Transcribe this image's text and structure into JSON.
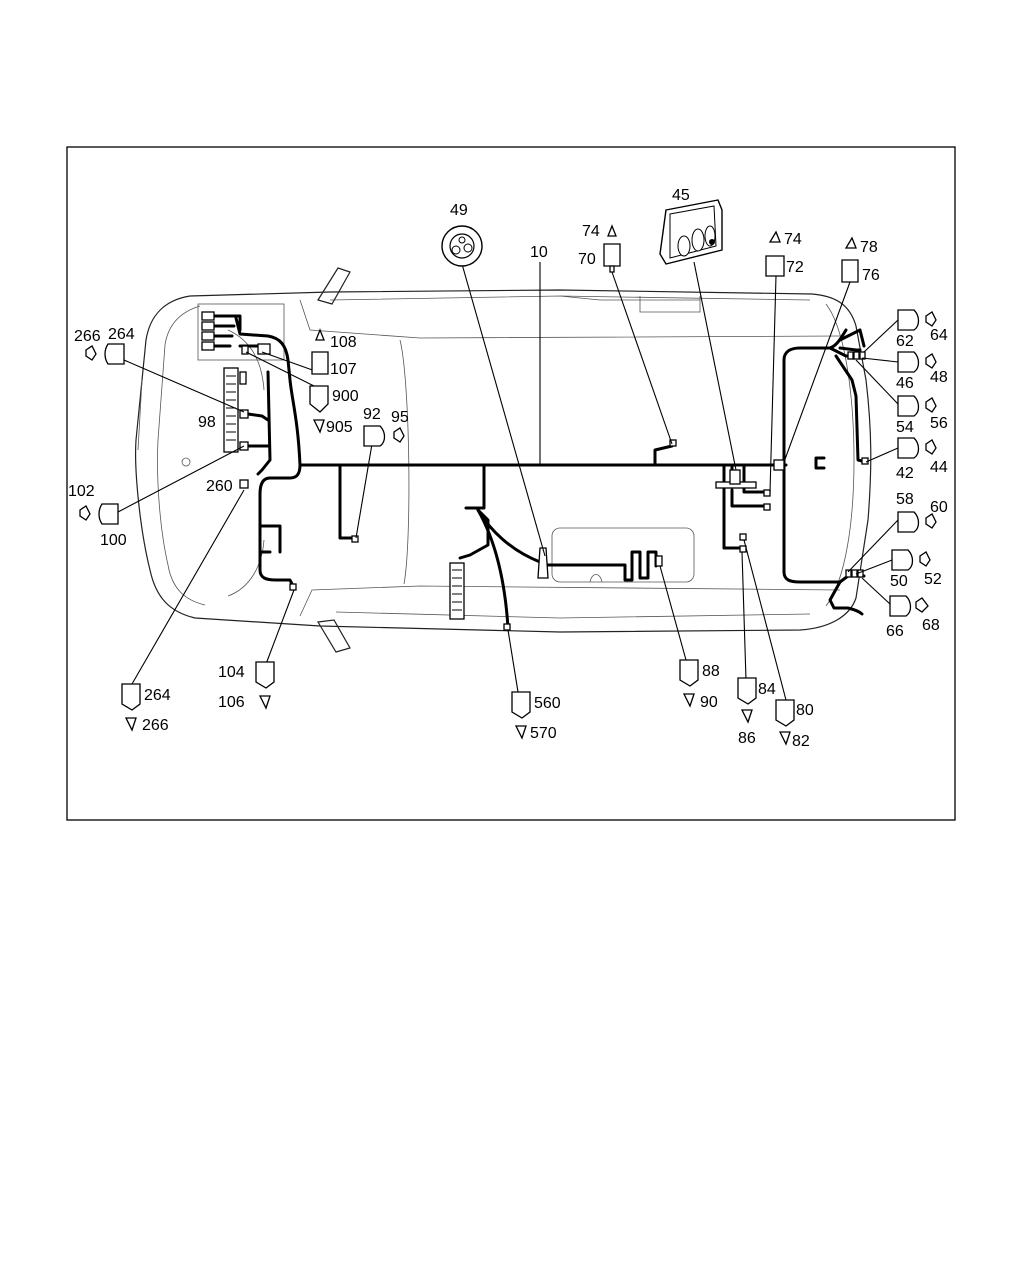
{
  "labels": {
    "l10": "10",
    "l42": "42",
    "l44": "44",
    "l45": "45",
    "l46": "46",
    "l48": "48",
    "l49": "49",
    "l50": "50",
    "l52": "52",
    "l54": "54",
    "l56": "56",
    "l58": "58",
    "l60": "60",
    "l62": "62",
    "l64": "64",
    "l66": "66",
    "l68": "68",
    "l70": "70",
    "l72": "72",
    "l74a": "74",
    "l74b": "74",
    "l76": "76",
    "l78": "78",
    "l80": "80",
    "l82": "82",
    "l84": "84",
    "l86": "86",
    "l88": "88",
    "l90": "90",
    "l92": "92",
    "l95": "95",
    "l98": "98",
    "l100": "100",
    "l102": "102",
    "l104": "104",
    "l106": "106",
    "l107": "107",
    "l108": "108",
    "l260": "260",
    "l264a": "264",
    "l264b": "264",
    "l266a": "266",
    "l266b": "266",
    "l560": "560",
    "l570": "570",
    "l900": "900",
    "l905": "905"
  },
  "colors": {
    "line": "#000000",
    "background": "#ffffff"
  }
}
